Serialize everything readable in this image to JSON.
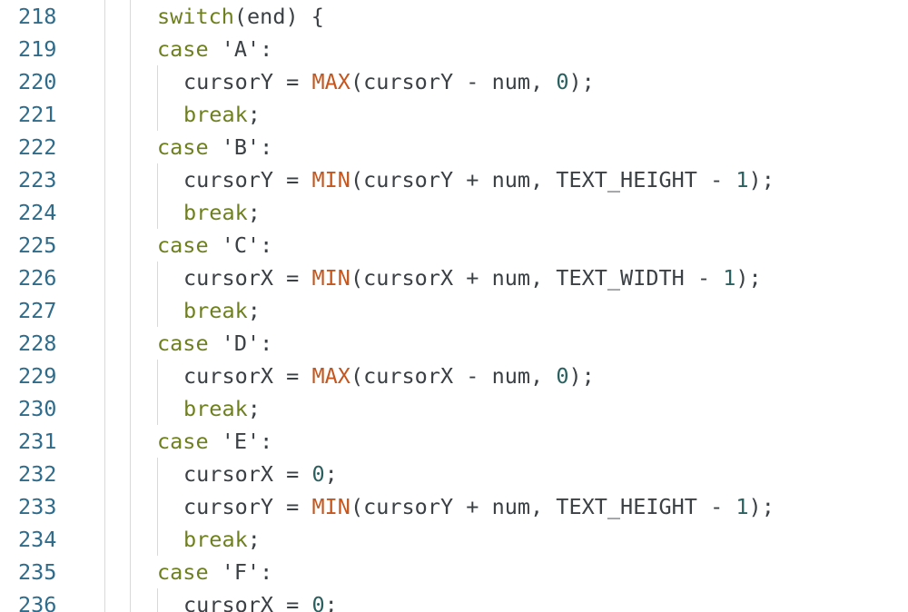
{
  "editor": {
    "colors": {
      "keyword": "#6e7f1e",
      "function": "#c5561e",
      "number": "#2b6060",
      "text": "#3b4045",
      "line_number": "#2f6b8a"
    },
    "lines": [
      {
        "num": "218",
        "level": 0,
        "tokens": [
          {
            "t": "switch",
            "c": "kw"
          },
          {
            "t": "(end) {",
            "c": "pl"
          }
        ]
      },
      {
        "num": "219",
        "level": 0,
        "tokens": [
          {
            "t": "case",
            "c": "kw"
          },
          {
            "t": " 'A':",
            "c": "pl"
          }
        ]
      },
      {
        "num": "220",
        "level": 1,
        "tokens": [
          {
            "t": "cursorY = ",
            "c": "pl"
          },
          {
            "t": "MAX",
            "c": "fn"
          },
          {
            "t": "(cursorY - num, ",
            "c": "pl"
          },
          {
            "t": "0",
            "c": "num"
          },
          {
            "t": ");",
            "c": "pl"
          }
        ]
      },
      {
        "num": "221",
        "level": 1,
        "tokens": [
          {
            "t": "break",
            "c": "kw"
          },
          {
            "t": ";",
            "c": "pl"
          }
        ]
      },
      {
        "num": "222",
        "level": 0,
        "tokens": [
          {
            "t": "case",
            "c": "kw"
          },
          {
            "t": " 'B':",
            "c": "pl"
          }
        ]
      },
      {
        "num": "223",
        "level": 1,
        "tokens": [
          {
            "t": "cursorY = ",
            "c": "pl"
          },
          {
            "t": "MIN",
            "c": "fn"
          },
          {
            "t": "(cursorY + num, TEXT_HEIGHT - ",
            "c": "pl"
          },
          {
            "t": "1",
            "c": "num"
          },
          {
            "t": ");",
            "c": "pl"
          }
        ]
      },
      {
        "num": "224",
        "level": 1,
        "tokens": [
          {
            "t": "break",
            "c": "kw"
          },
          {
            "t": ";",
            "c": "pl"
          }
        ]
      },
      {
        "num": "225",
        "level": 0,
        "tokens": [
          {
            "t": "case",
            "c": "kw"
          },
          {
            "t": " 'C':",
            "c": "pl"
          }
        ]
      },
      {
        "num": "226",
        "level": 1,
        "tokens": [
          {
            "t": "cursorX = ",
            "c": "pl"
          },
          {
            "t": "MIN",
            "c": "fn"
          },
          {
            "t": "(cursorX + num, TEXT_WIDTH - ",
            "c": "pl"
          },
          {
            "t": "1",
            "c": "num"
          },
          {
            "t": ");",
            "c": "pl"
          }
        ]
      },
      {
        "num": "227",
        "level": 1,
        "tokens": [
          {
            "t": "break",
            "c": "kw"
          },
          {
            "t": ";",
            "c": "pl"
          }
        ]
      },
      {
        "num": "228",
        "level": 0,
        "tokens": [
          {
            "t": "case",
            "c": "kw"
          },
          {
            "t": " 'D':",
            "c": "pl"
          }
        ]
      },
      {
        "num": "229",
        "level": 1,
        "tokens": [
          {
            "t": "cursorX = ",
            "c": "pl"
          },
          {
            "t": "MAX",
            "c": "fn"
          },
          {
            "t": "(cursorX - num, ",
            "c": "pl"
          },
          {
            "t": "0",
            "c": "num"
          },
          {
            "t": ");",
            "c": "pl"
          }
        ]
      },
      {
        "num": "230",
        "level": 1,
        "tokens": [
          {
            "t": "break",
            "c": "kw"
          },
          {
            "t": ";",
            "c": "pl"
          }
        ]
      },
      {
        "num": "231",
        "level": 0,
        "tokens": [
          {
            "t": "case",
            "c": "kw"
          },
          {
            "t": " 'E':",
            "c": "pl"
          }
        ]
      },
      {
        "num": "232",
        "level": 1,
        "tokens": [
          {
            "t": "cursorX = ",
            "c": "pl"
          },
          {
            "t": "0",
            "c": "num"
          },
          {
            "t": ";",
            "c": "pl"
          }
        ]
      },
      {
        "num": "233",
        "level": 1,
        "tokens": [
          {
            "t": "cursorY = ",
            "c": "pl"
          },
          {
            "t": "MIN",
            "c": "fn"
          },
          {
            "t": "(cursorY + num, TEXT_HEIGHT - ",
            "c": "pl"
          },
          {
            "t": "1",
            "c": "num"
          },
          {
            "t": ");",
            "c": "pl"
          }
        ]
      },
      {
        "num": "234",
        "level": 1,
        "tokens": [
          {
            "t": "break",
            "c": "kw"
          },
          {
            "t": ";",
            "c": "pl"
          }
        ]
      },
      {
        "num": "235",
        "level": 0,
        "tokens": [
          {
            "t": "case",
            "c": "kw"
          },
          {
            "t": " 'F':",
            "c": "pl"
          }
        ]
      },
      {
        "num": "236",
        "level": 1,
        "tokens": [
          {
            "t": "cursorX = ",
            "c": "pl"
          },
          {
            "t": "0",
            "c": "num"
          },
          {
            "t": ";",
            "c": "pl"
          }
        ]
      }
    ]
  }
}
